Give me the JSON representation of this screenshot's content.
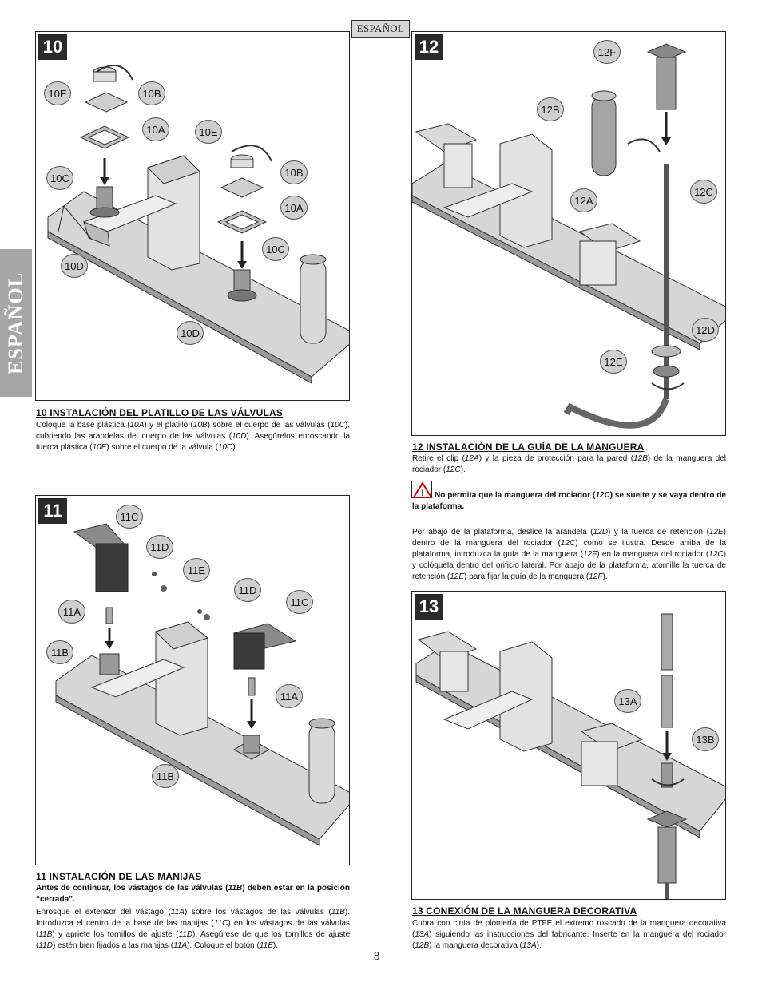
{
  "header": {
    "language": "ESPAÑOL"
  },
  "side_tab": {
    "label": "ESPAÑOL"
  },
  "step10": {
    "number": "10",
    "callouts": [
      "10E",
      "10B",
      "10A",
      "10E",
      "10C",
      "10B",
      "10A",
      "10D",
      "10C",
      "10D"
    ],
    "title": "10  INSTALACIÓN DEL PLATILLO DE LAS VÁLVULAS",
    "text": [
      "Coloque la base plástica (",
      "10A",
      ") y el platillo (",
      "10B",
      ") sobre el cuerpo de las válvulas (",
      "10C",
      "), cubriendo las arandelas del cuerpo de las válvulas (",
      "10D",
      "). Asegúrelos enroscando la tuerca plástica (",
      "10E",
      ") sobre el cuerpo de la válvula (",
      "10C",
      ")."
    ]
  },
  "step11": {
    "number": "11",
    "callouts": [
      "11C",
      "11D",
      "11E",
      "11D",
      "11C",
      "11A",
      "11B",
      "11A",
      "11B"
    ],
    "title": "11 INSTALACIÓN DE LAS MANIJAS",
    "notice": [
      "Antes de continuar, los vástagos de las válvulas (",
      "11B",
      ") deben estar en la posición “cerrada”."
    ],
    "text": [
      "Enrosque el extensor del vástago (",
      "11A",
      ") sobre los vástagos de las válvulas (",
      "11B",
      "). Introduzca el centro de la base de las manijas (",
      "11C",
      ") en los vástagos de las válvulas (",
      "11B",
      ") y apriete los tornillos de ajuste (",
      "11D",
      "). Asegúrese de que los tornillos de ajuste (",
      "11D",
      ") estén bien fijados a las manijas (",
      "11A",
      "). Coloque el botón (",
      "11E",
      ")."
    ]
  },
  "step12": {
    "number": "12",
    "callouts": [
      "12F",
      "12B",
      "12C",
      "12A",
      "12D",
      "12E"
    ],
    "title": "12  INSTALACIÓN DE LA GUÍA DE LA MANGUERA",
    "text": [
      "Retire el clip (",
      "12A",
      ") y la pieza de protección para la pared (",
      "12B",
      ") de la manguera del rociador (",
      "12C",
      ")."
    ],
    "warning": [
      "No permita que la manguera del rociador (",
      "12C",
      ") se suelte y se vaya dentro de la plataforma."
    ],
    "text2": [
      "Por abajo de la plataforma, deslice la arandela (",
      "12D",
      ") y la tuerca de retención (",
      "12E",
      ") dentro de la manguera del rociador (",
      "12C",
      ") como se ilustra. Desde arriba de la plataforma, introduzca la guía de la manguera (",
      "12F",
      ") en la manguera del rociador (",
      "12C",
      ") y colóquela dentro del orificio lateral. Por abajo de la plataforma, atornille la tuerca de retención (",
      "12E",
      ") para fijar la guía de la manguera (",
      "12F",
      ")."
    ]
  },
  "step13": {
    "number": "13",
    "callouts": [
      "13A",
      "13B"
    ],
    "title": "13  CONEXIÓN DE LA MANGUERA DECORATIVA",
    "text": [
      "Cubra con cinta de plomería de PTFE el extremo roscado de la manguera decorativa (",
      "13A",
      ") siguiendo las instrucciones del fabricante. Inserte en la manguera del rociador (",
      "12B",
      ") la manguera decorativa (",
      "13A",
      ")."
    ]
  },
  "page_number": "8"
}
